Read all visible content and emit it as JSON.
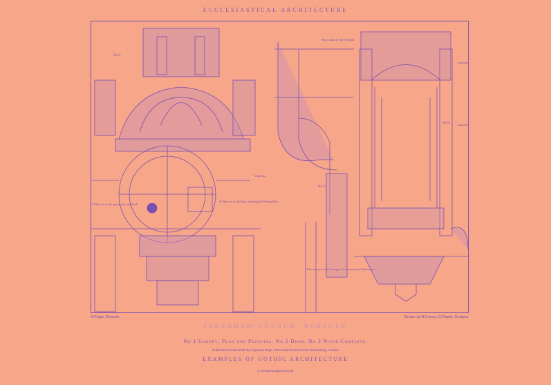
{
  "header": {
    "title": "ECCLESIASTICAL ARCHITECTURE"
  },
  "plate": {
    "labels": {
      "no2": "No 2.",
      "no3": "No 3.",
      "no4": "No 4.",
      "wall_line": "Wall line",
      "plan_a": "A Plan cut at the spring shewing both",
      "plan_b": "B Plan cut at the Base showing the Pedestal &c.",
      "plan_c": "Plan of top of the Canopy at A showing the Buttresses",
      "mouth": "The mouth of the Pedestal"
    }
  },
  "credits": {
    "left": "A.Pugin, Director",
    "right": "Drawn by B.Ferrey, G.Rawle, Sculptor"
  },
  "footer": {
    "title": "FAKENHAM CHURCH, NORFOLK",
    "subtitle": "No 1 Canopy, Plan and Pedestal. No 2 Door. No 3 Niche Complete.",
    "published": "Published October 1825 By Augustus Pugin, 105 Great Russell Street, Bloomsbury, London",
    "series": "EXAMPLES OF GOTHIC ARCHITECTURE",
    "website": "© architecturalprints.co.uk"
  },
  "colors": {
    "background": "#f7a68a",
    "ink": "#7a4fb0",
    "wash": "#c98fb0"
  }
}
